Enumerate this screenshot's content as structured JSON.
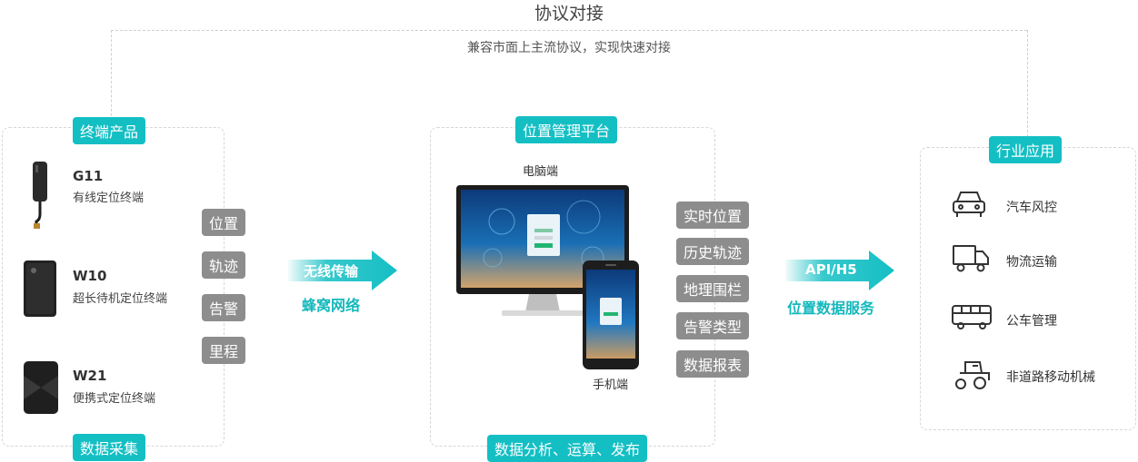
{
  "header": {
    "title": "协议对接",
    "subtitle": "兼容市面上主流协议，实现快速对接"
  },
  "terminal_panel": {
    "tag": "终端产品",
    "bottom_tag": "数据采集",
    "devices": [
      {
        "name": "G11",
        "desc": "有线定位终端"
      },
      {
        "name": "W10",
        "desc": "超长待机定位终端"
      },
      {
        "name": "W21",
        "desc": "便携式定位终端"
      }
    ],
    "features": [
      "位置",
      "轨迹",
      "告警",
      "里程"
    ]
  },
  "transfer_arrow": {
    "label": "无线传输",
    "sub": "蜂窝网络"
  },
  "platform_panel": {
    "tag": "位置管理平台",
    "bottom_tag": "数据分析、运算、发布",
    "pc_label": "电脑端",
    "mobile_label": "手机端",
    "features": [
      "实时位置",
      "历史轨迹",
      "地理围栏",
      "告警类型",
      "数据报表"
    ]
  },
  "api_arrow": {
    "label": "API/H5",
    "sub": "位置数据服务"
  },
  "industry_panel": {
    "tag": "行业应用",
    "items": [
      {
        "label": "汽车风控",
        "icon": "car-icon"
      },
      {
        "label": "物流运输",
        "icon": "truck-icon"
      },
      {
        "label": "公车管理",
        "icon": "bus-icon"
      },
      {
        "label": "非道路移动机械",
        "icon": "tractor-icon"
      }
    ]
  },
  "colors": {
    "accent": "#14bfc4",
    "gray_tag": "#8d8d8d"
  }
}
